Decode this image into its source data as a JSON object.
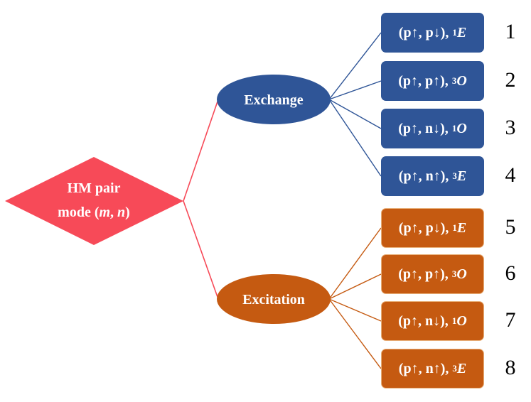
{
  "colors": {
    "root": "#f74a58",
    "exchange": "#2f5597",
    "excitation": "#c55a11",
    "box_border_exchange": "#2f5597",
    "box_border_excitation": "#e8b07a"
  },
  "root": {
    "line1": "HM pair",
    "line2_prefix": "mode (",
    "m": "m",
    "comma": ", ",
    "n": "n",
    "line2_suffix": ")"
  },
  "exchange": {
    "label": "Exchange"
  },
  "excitation": {
    "label": "Excitation"
  },
  "leaves": [
    {
      "pair": "(p↑, p↓), ",
      "sup": "1",
      "sym": "E",
      "number": "1",
      "group": "exchange"
    },
    {
      "pair": "(p↑, p↑), ",
      "sup": "3",
      "sym": "O",
      "number": "2",
      "group": "exchange"
    },
    {
      "pair": "(p↑, n↓), ",
      "sup": "1",
      "sym": "O",
      "number": "3",
      "group": "exchange"
    },
    {
      "pair": "(p↑, n↑), ",
      "sup": "3",
      "sym": "E",
      "number": "4",
      "group": "exchange"
    },
    {
      "pair": "(p↑, p↓), ",
      "sup": "1",
      "sym": "E",
      "number": "5",
      "group": "excitation"
    },
    {
      "pair": "(p↑, p↑), ",
      "sup": "3",
      "sym": "O",
      "number": "6",
      "group": "excitation"
    },
    {
      "pair": "(p↑, n↓), ",
      "sup": "1",
      "sym": "O",
      "number": "7",
      "group": "excitation"
    },
    {
      "pair": "(p↑, n↑), ",
      "sup": "3",
      "sym": "E",
      "number": "8",
      "group": "excitation"
    }
  ]
}
